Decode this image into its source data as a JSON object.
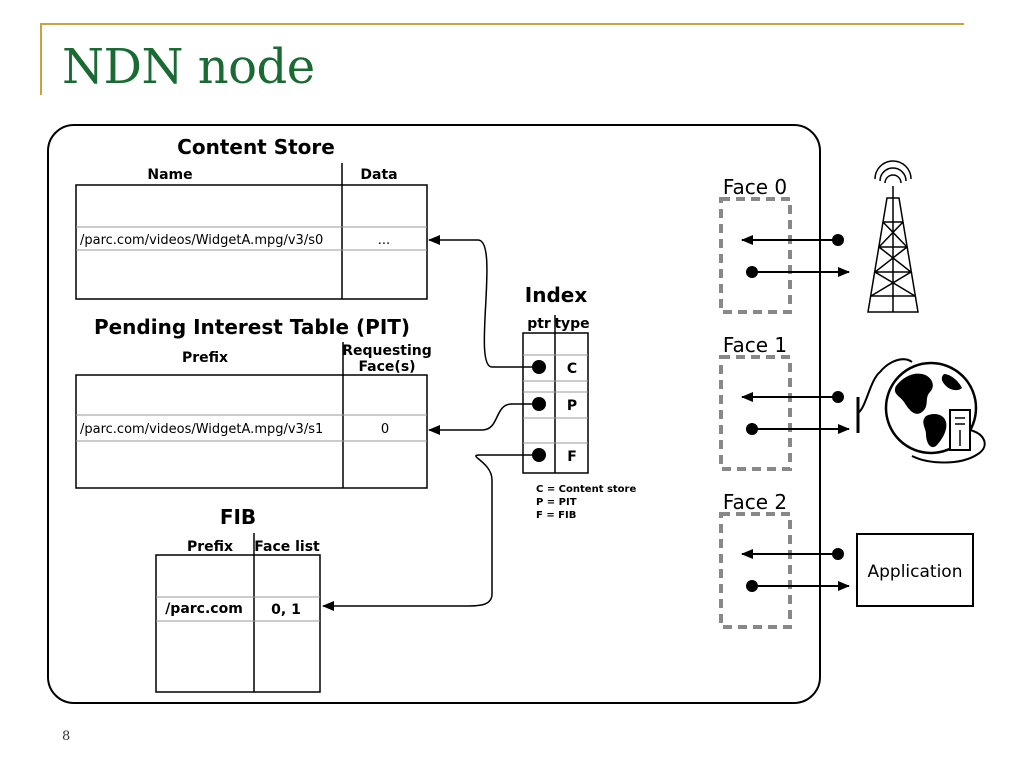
{
  "slide": {
    "title": "NDN node",
    "page_number": "8"
  },
  "content_store": {
    "title": "Content Store",
    "col_name": "Name",
    "col_data": "Data",
    "row_name": "/parc.com/videos/WidgetA.mpg/v3/s0",
    "row_data": "..."
  },
  "pit": {
    "title": "Pending Interest Table (PIT)",
    "col_prefix": "Prefix",
    "col_faces_line1": "Requesting",
    "col_faces_line2": "Face(s)",
    "row_prefix": "/parc.com/videos/WidgetA.mpg/v3/s1",
    "row_face": "0"
  },
  "fib": {
    "title": "FIB",
    "col_prefix": "Prefix",
    "col_facelist": "Face list",
    "row_prefix": "/parc.com",
    "row_facelist": "0, 1"
  },
  "index": {
    "title": "Index",
    "col_ptr": "ptr",
    "col_type": "type",
    "types": [
      "C",
      "P",
      "F"
    ],
    "legend": [
      "C = Content store",
      "P = PIT",
      "F = FIB"
    ]
  },
  "faces": [
    "Face 0",
    "Face 1",
    "Face 2"
  ],
  "application_label": "Application"
}
